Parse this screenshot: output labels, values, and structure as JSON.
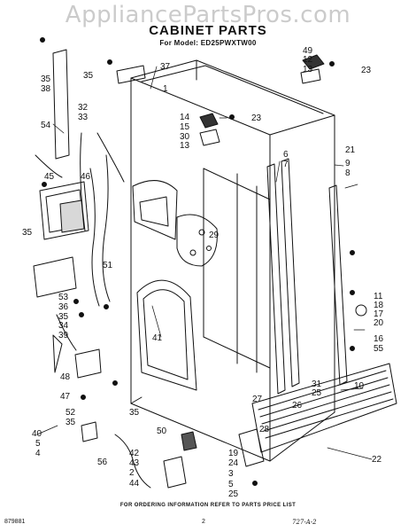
{
  "watermark": "AppliancePartsPros.com",
  "title": "CABINET PARTS",
  "subtitle": "For Model: ED25PWXTW00",
  "footer_note": "FOR ORDERING INFORMATION REFER TO PARTS PRICE LIST",
  "page_code_left": "879881",
  "page_number": "2",
  "page_code_right": "727-A-2",
  "callouts": {
    "c49": "49",
    "c12": "12",
    "c13r": "13",
    "c23a": "23",
    "c37": "37",
    "c35a": "35",
    "c35b": "35",
    "c38": "38",
    "c32": "32",
    "c33": "33",
    "c1": "1",
    "c14": "14",
    "c15": "15",
    "c23b": "23",
    "c30": "30",
    "c13": "13",
    "c54": "54",
    "c21": "21",
    "c6": "6",
    "c7": "7",
    "c9": "9",
    "c8": "8",
    "c45": "45",
    "c46": "46",
    "c29": "29",
    "c35c": "35",
    "c51": "51",
    "c53": "53",
    "c36": "36",
    "c35d": "35",
    "c34": "34",
    "c39": "39",
    "c41": "41",
    "c11": "11",
    "c18": "18",
    "c17": "17",
    "c20": "20",
    "c16": "16",
    "c55a": "55",
    "c48": "48",
    "c47": "47",
    "c25a": "25",
    "c31": "31",
    "c10": "10",
    "c27": "27",
    "c26": "26",
    "c52": "52",
    "c35e": "35",
    "c35f": "35",
    "c50": "50",
    "c40": "40",
    "c5": "5",
    "c4": "4",
    "c42": "42",
    "c43": "43",
    "c56": "56",
    "c2": "2",
    "c44": "44",
    "c28": "28",
    "c19": "19",
    "c24": "24",
    "c3": "3",
    "c5b": "5",
    "c25b": "25",
    "c22": "22"
  }
}
